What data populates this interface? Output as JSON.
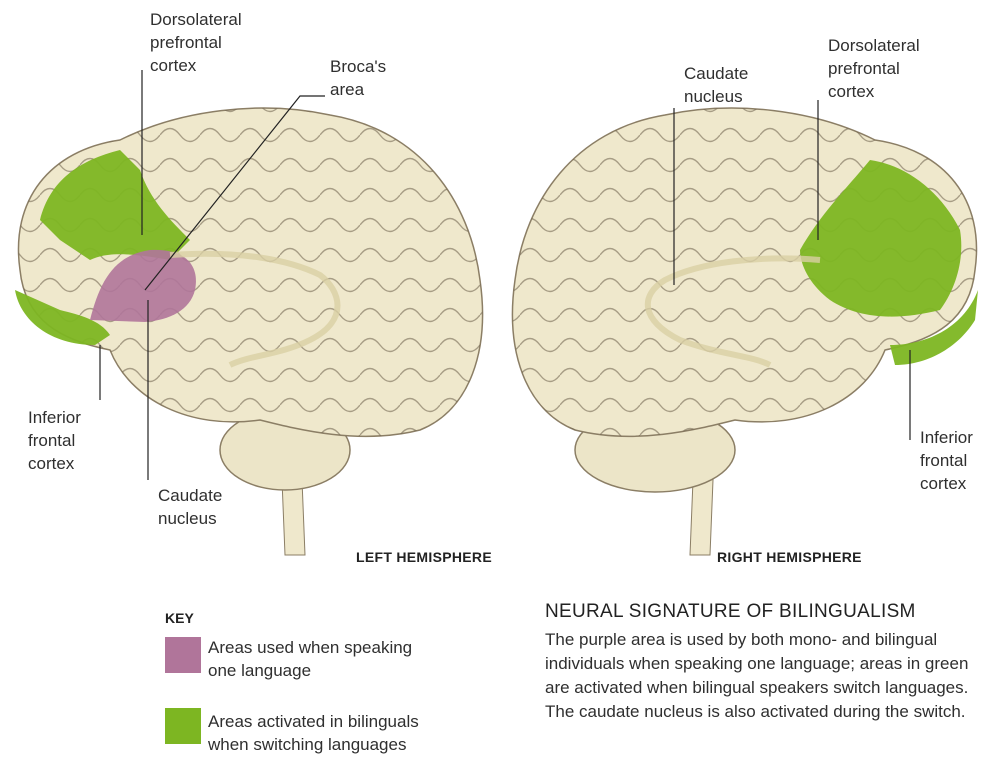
{
  "labels": {
    "left_dlpfc": "Dorsolateral\nprefrontal\ncortex",
    "left_broca": "Broca's\narea",
    "left_ifc": "Inferior\nfrontal\ncortex",
    "left_caudate": "Caudate\nnucleus",
    "right_caudate": "Caudate\nnucleus",
    "right_dlpfc": "Dorsolateral\nprefrontal\ncortex",
    "right_ifc": "Inferior\nfrontal\ncortex"
  },
  "hemispheres": {
    "left": "LEFT HEMISPHERE",
    "right": "RIGHT HEMISPHERE"
  },
  "key": {
    "title": "KEY",
    "items": [
      {
        "label": "Areas used when speaking\none language",
        "color": "#b0759a"
      },
      {
        "label": "Areas activated in bilinguals\nwhen switching languages",
        "color": "#7db622"
      }
    ]
  },
  "signature": {
    "title": "NEURAL SIGNATURE OF BILINGUALISM",
    "body": "The purple area is used by both mono- and bilingual individuals when speaking one language; areas in green are activated when bilingual speakers switch languages. The caudate nucleus is also activated during the switch."
  },
  "colors": {
    "brain": "#efe8cc",
    "brain_line": "#6b5f4a",
    "green": "#7db622",
    "purple": "#b0759a"
  }
}
